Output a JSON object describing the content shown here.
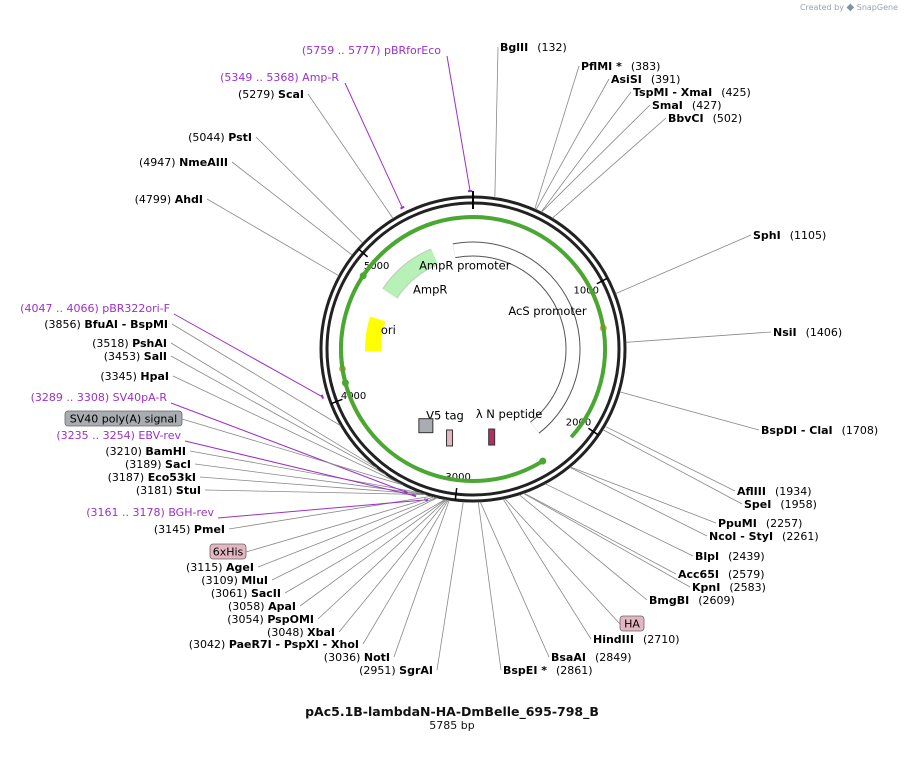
{
  "credit": {
    "prefix": "Created by",
    "brand": "SnapGene"
  },
  "plasmid": {
    "name": "pAc5.1B-lambdaN-HA-DmBelle_695-798_B",
    "size_label": "5785 bp",
    "length": 5785
  },
  "colors": {
    "primer": "#9b30c8",
    "backbone": "#222222",
    "amp": "#b6f1b6",
    "ori": "#ffff00",
    "promoter": "#ffffff",
    "green_arrow": "#4aa832",
    "orange_arrow": "#f0a040",
    "feature_box": "#e3b7c2",
    "sv40_box": "#a9acb0"
  },
  "ticks": [
    {
      "pos": 1000,
      "label": "1000"
    },
    {
      "pos": 2000,
      "label": "2000"
    },
    {
      "pos": 3000,
      "label": "3000"
    },
    {
      "pos": 4000,
      "label": "4000"
    },
    {
      "pos": 5000,
      "label": "5000"
    }
  ],
  "sites": [
    {
      "name": "BglII",
      "pos": 132,
      "num": "(132)",
      "side": "R"
    },
    {
      "name": "PflMI *",
      "pos": 383,
      "num": "(383)",
      "side": "R"
    },
    {
      "name": "AsiSI",
      "pos": 391,
      "num": "(391)",
      "side": "R"
    },
    {
      "name": "TspMI - XmaI",
      "pos": 425,
      "num": "(425)",
      "side": "R"
    },
    {
      "name": "SmaI",
      "pos": 427,
      "num": "(427)",
      "side": "R"
    },
    {
      "name": "BbvCI",
      "pos": 502,
      "num": "(502)",
      "side": "R"
    },
    {
      "name": "SphI",
      "pos": 1105,
      "num": "(1105)",
      "side": "R"
    },
    {
      "name": "NsiI",
      "pos": 1406,
      "num": "(1406)",
      "side": "R"
    },
    {
      "name": "BspDI - ClaI",
      "pos": 1708,
      "num": "(1708)",
      "side": "R"
    },
    {
      "name": "AflIII",
      "pos": 1934,
      "num": "(1934)",
      "side": "R"
    },
    {
      "name": "SpeI",
      "pos": 1958,
      "num": "(1958)",
      "side": "R"
    },
    {
      "name": "PpuMI",
      "pos": 2257,
      "num": "(2257)",
      "side": "R"
    },
    {
      "name": "NcoI - StyI",
      "pos": 2261,
      "num": "(2261)",
      "side": "R"
    },
    {
      "name": "BlpI",
      "pos": 2439,
      "num": "(2439)",
      "side": "R"
    },
    {
      "name": "Acc65I",
      "pos": 2579,
      "num": "(2579)",
      "side": "R"
    },
    {
      "name": "KpnI",
      "pos": 2583,
      "num": "(2583)",
      "side": "R"
    },
    {
      "name": "BmgBI",
      "pos": 2609,
      "num": "(2609)",
      "side": "R"
    },
    {
      "name": "HindIII",
      "pos": 2710,
      "num": "(2710)",
      "side": "R"
    },
    {
      "name": "BsaAI",
      "pos": 2849,
      "num": "(2849)",
      "side": "R"
    },
    {
      "name": "BspEI *",
      "pos": 2861,
      "num": "(2861)",
      "side": "R"
    },
    {
      "name": "SgrAI",
      "pos": 2951,
      "num": "(2951)",
      "side": "L"
    },
    {
      "name": "NotI",
      "pos": 3036,
      "num": "(3036)",
      "side": "L"
    },
    {
      "name": "PaeR7I - PspXI - XhoI",
      "pos": 3042,
      "num": "(3042)",
      "side": "L"
    },
    {
      "name": "XbaI",
      "pos": 3048,
      "num": "(3048)",
      "side": "L"
    },
    {
      "name": "PspOMI",
      "pos": 3054,
      "num": "(3054)",
      "side": "L"
    },
    {
      "name": "ApaI",
      "pos": 3058,
      "num": "(3058)",
      "side": "L"
    },
    {
      "name": "SacII",
      "pos": 3061,
      "num": "(3061)",
      "side": "L"
    },
    {
      "name": "MluI",
      "pos": 3109,
      "num": "(3109)",
      "side": "L"
    },
    {
      "name": "AgeI",
      "pos": 3115,
      "num": "(3115)",
      "side": "L"
    },
    {
      "name": "PmeI",
      "pos": 3145,
      "num": "(3145)",
      "side": "L"
    },
    {
      "name": "StuI",
      "pos": 3181,
      "num": "(3181)",
      "side": "L"
    },
    {
      "name": "Eco53kI",
      "pos": 3187,
      "num": "(3187)",
      "side": "L"
    },
    {
      "name": "SacI",
      "pos": 3189,
      "num": "(3189)",
      "side": "L"
    },
    {
      "name": "BamHI",
      "pos": 3210,
      "num": "(3210)",
      "side": "L"
    },
    {
      "name": "HpaI",
      "pos": 3345,
      "num": "(3345)",
      "side": "L"
    },
    {
      "name": "SalI",
      "pos": 3453,
      "num": "(3453)",
      "side": "L"
    },
    {
      "name": "PshAI",
      "pos": 3518,
      "num": "(3518)",
      "side": "L"
    },
    {
      "name": "BfuAI - BspMI",
      "pos": 3856,
      "num": "(3856)",
      "side": "L"
    },
    {
      "name": "AhdI",
      "pos": 4799,
      "num": "(4799)",
      "side": "L"
    },
    {
      "name": "NmeAIII",
      "pos": 4947,
      "num": "(4947)",
      "side": "L"
    },
    {
      "name": "PstI",
      "pos": 5044,
      "num": "(5044)",
      "side": "L"
    },
    {
      "name": "ScaI",
      "pos": 5279,
      "num": "(5279)",
      "side": "L"
    }
  ],
  "primers": [
    {
      "name": "pBRforEco",
      "range": "(5759 .. 5777)",
      "pos": 5768
    },
    {
      "name": "Amp-R",
      "range": "(5349 .. 5368)",
      "pos": 5358
    },
    {
      "name": "pBR322ori-F",
      "range": "(4047 .. 4066)",
      "pos": 4056
    },
    {
      "name": "SV40pA-R",
      "range": "(3289 .. 3308)",
      "pos": 3298
    },
    {
      "name": "EBV-rev",
      "range": "(3235 .. 3254)",
      "pos": 3244
    },
    {
      "name": "BGH-rev",
      "range": "(3161 .. 3178)",
      "pos": 3170
    }
  ],
  "boxed_features": [
    {
      "name": "SV40 poly(A) signal",
      "pos": 3330
    },
    {
      "name": "6xHis",
      "pos": 3130
    },
    {
      "name": "HA",
      "pos": 2700
    }
  ],
  "features": [
    {
      "name": "AmpR",
      "start": 5510,
      "end": 4730,
      "kind": "amp"
    },
    {
      "name": "AmpR promoter",
      "start": 5560,
      "end": 5660,
      "kind": "promoter"
    },
    {
      "name": "AcS promoter",
      "start": 40,
      "end": 2180,
      "kind": "promoter"
    },
    {
      "name": "ori",
      "start": 4500,
      "end": 4100,
      "kind": "ori"
    },
    {
      "name": "λ N peptide",
      "start": 2420,
      "end": 2520,
      "kind": "peptide"
    },
    {
      "name": "V5 tag",
      "start": 3150,
      "end": 3240,
      "kind": "tag"
    }
  ]
}
